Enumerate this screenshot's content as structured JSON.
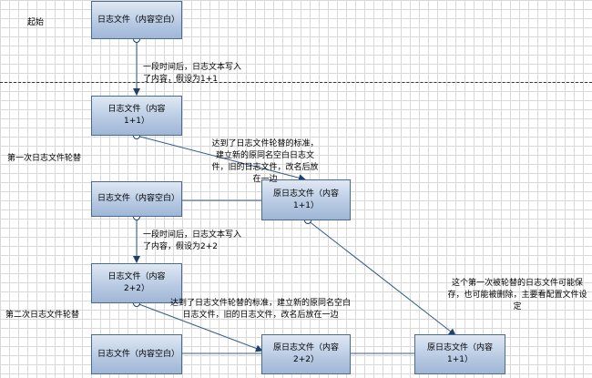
{
  "stages": {
    "start": "起始",
    "first_rotation": "第一次日志文件轮替",
    "second_rotation": "第二次日志文件轮替"
  },
  "boxes": {
    "log_empty_1": "日志文件（内容空白）",
    "log_content_1_1": "日志文件（内容1+1）",
    "log_empty_2": "日志文件（内容空白）",
    "orig_log_1_1_a": "原日志文件（内容1+1）",
    "log_content_2_2": "日志文件（内容2+2）",
    "log_empty_3": "日志文件（内容空白）",
    "orig_log_2_2": "原日志文件（内容2+2）",
    "orig_log_1_1_b": "原日志文件（内容1+1）"
  },
  "notes": {
    "write_1": "一段时间后，日志文本写入了内容，假设为1+1",
    "rotate_1": "达到了日志文件轮替的标准，建立新的原同名空白日志文件，旧的日志文件，改名后放在一边",
    "write_2": "一段时间后，日志文本写入了内容，假设为2+2",
    "rotate_2": "达到了日志文件轮替的标准，建立新的原同名空白日志文件，旧的日志文件，改名后放在一边",
    "retention": "这个第一次被轮替的日志文件可能保存，也可能被删除，主要看配置文件设定"
  }
}
